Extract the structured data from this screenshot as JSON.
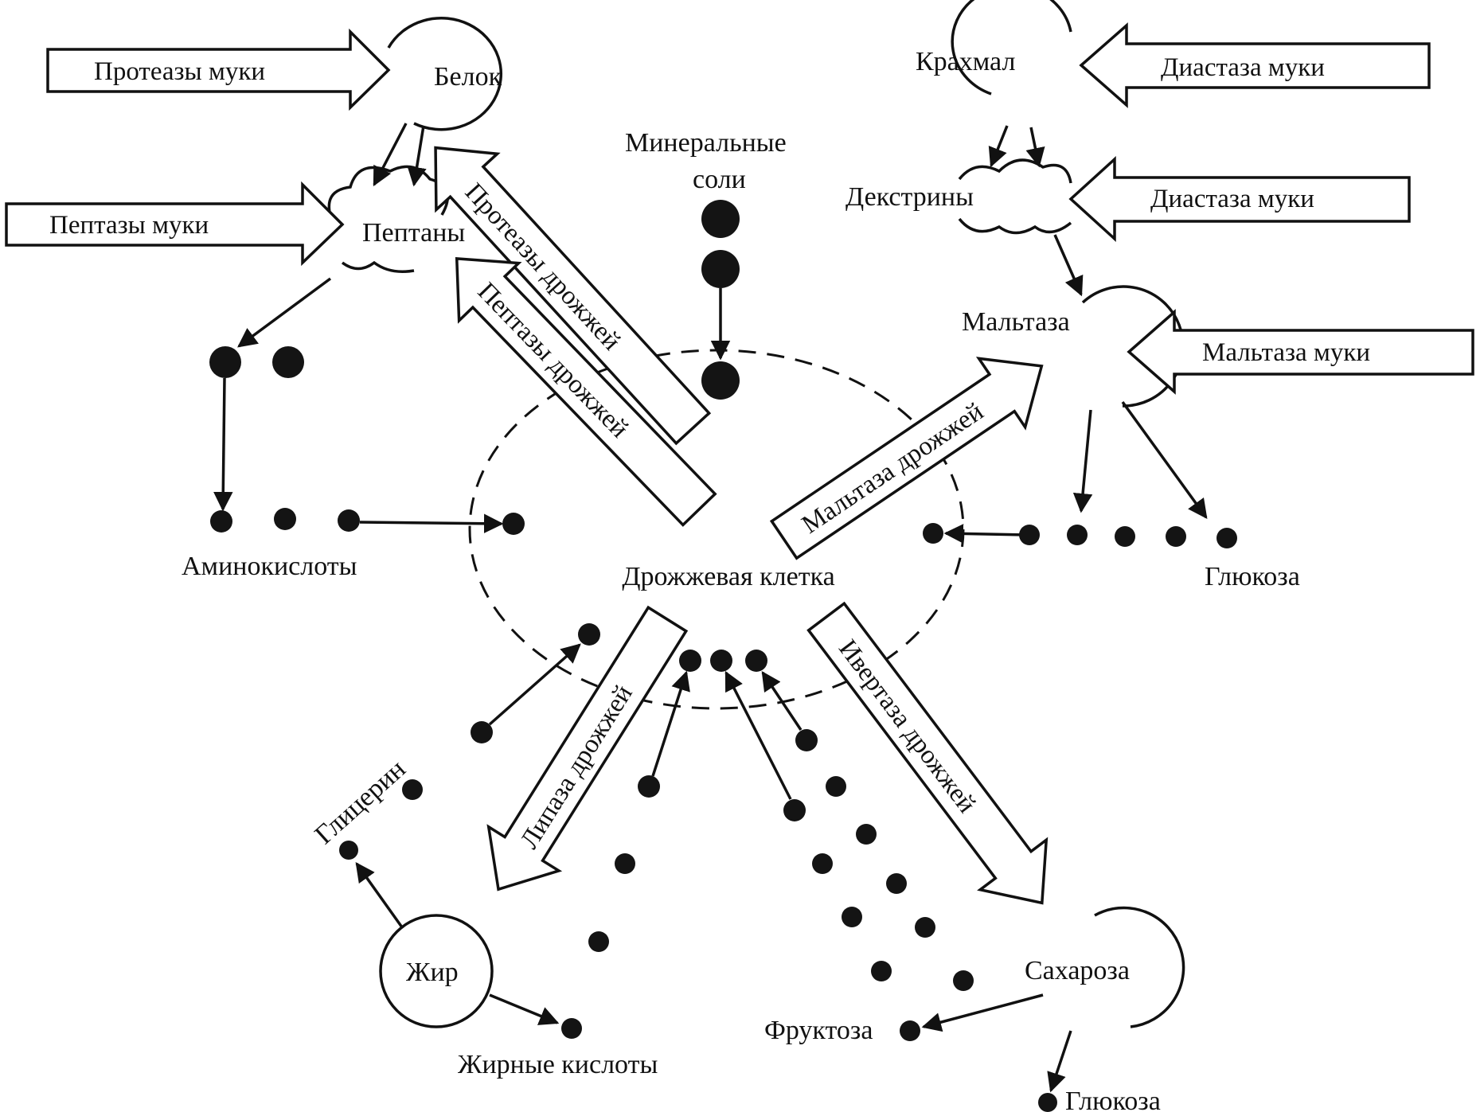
{
  "diagram": {
    "center_label": "Дрожжевая клетка",
    "substrates": {
      "protein": "Белок",
      "peptones": "Пептаны",
      "amino_acids": "Аминокислоты",
      "mineral_salts_line1": "Минеральные",
      "mineral_salts_line2": "соли",
      "starch": "Крахмал",
      "dextrins": "Декстрины",
      "maltose": "Мальтаза",
      "glucose_right": "Глюкоза",
      "fat": "Жир",
      "glycerol": "Глицерин",
      "fatty_acids": "Жирные кислоты",
      "sucrose": "Сахароза",
      "fructose": "Фруктоза",
      "glucose_bottom": "Глюкоза"
    },
    "enzymes": {
      "flour_proteases": "Протеазы муки",
      "flour_peptases": "Пептазы муки",
      "yeast_proteases": "Протеазы дрожжей",
      "yeast_peptases": "Пептазы дрожжей",
      "flour_diastase_1": "Диастаза муки",
      "flour_diastase_2": "Диастаза муки",
      "flour_maltase": "Мальтаза муки",
      "yeast_maltase": "Мальтаза дрожжей",
      "yeast_lipase": "Липаза дрожжей",
      "yeast_invertase": "Ивертаза дрожжей"
    }
  },
  "colors": {
    "ink": "#111111",
    "background": "#ffffff"
  }
}
